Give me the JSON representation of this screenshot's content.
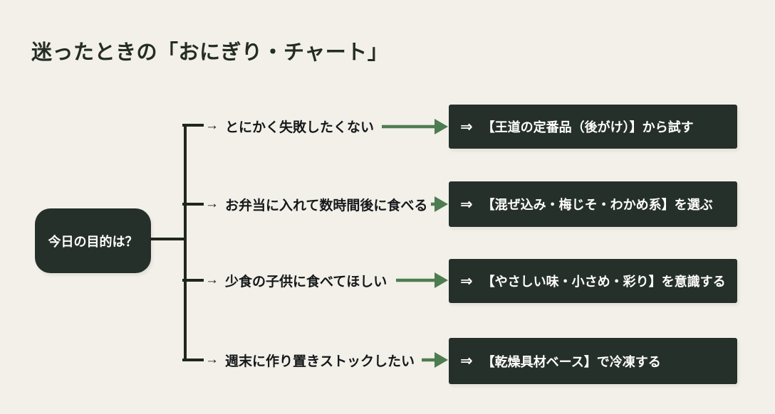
{
  "title": "迷ったときの「おにぎり・チャート」",
  "root": {
    "label": "今日の目的は？"
  },
  "branches": [
    {
      "arrow": "→",
      "label": "とにかく失敗したくない",
      "result_arrow": "⇒",
      "result": "【王道の定番品（後がけ）】から試す"
    },
    {
      "arrow": "→",
      "label": "お弁当に入れて数時間後に食べる",
      "result_arrow": "⇒",
      "result": "【混ぜ込み・梅じそ・わかめ系】を選ぶ"
    },
    {
      "arrow": "→",
      "label": "少食の子供に食べてほしい",
      "result_arrow": "⇒",
      "result": "【やさしい味・小さめ・彩り】を意識する"
    },
    {
      "arrow": "→",
      "label": "週末に作り置きストックしたい",
      "result_arrow": "⇒",
      "result": "【乾燥具材ベース】で冷凍する"
    }
  ],
  "colors": {
    "background": "#f2f0e8",
    "node_fill": "#26302a",
    "node_text": "#ffffff",
    "tree_line": "#1f261f",
    "arrow_green": "#4d7c50",
    "title_text": "#232c25",
    "branch_text": "#15181a"
  }
}
